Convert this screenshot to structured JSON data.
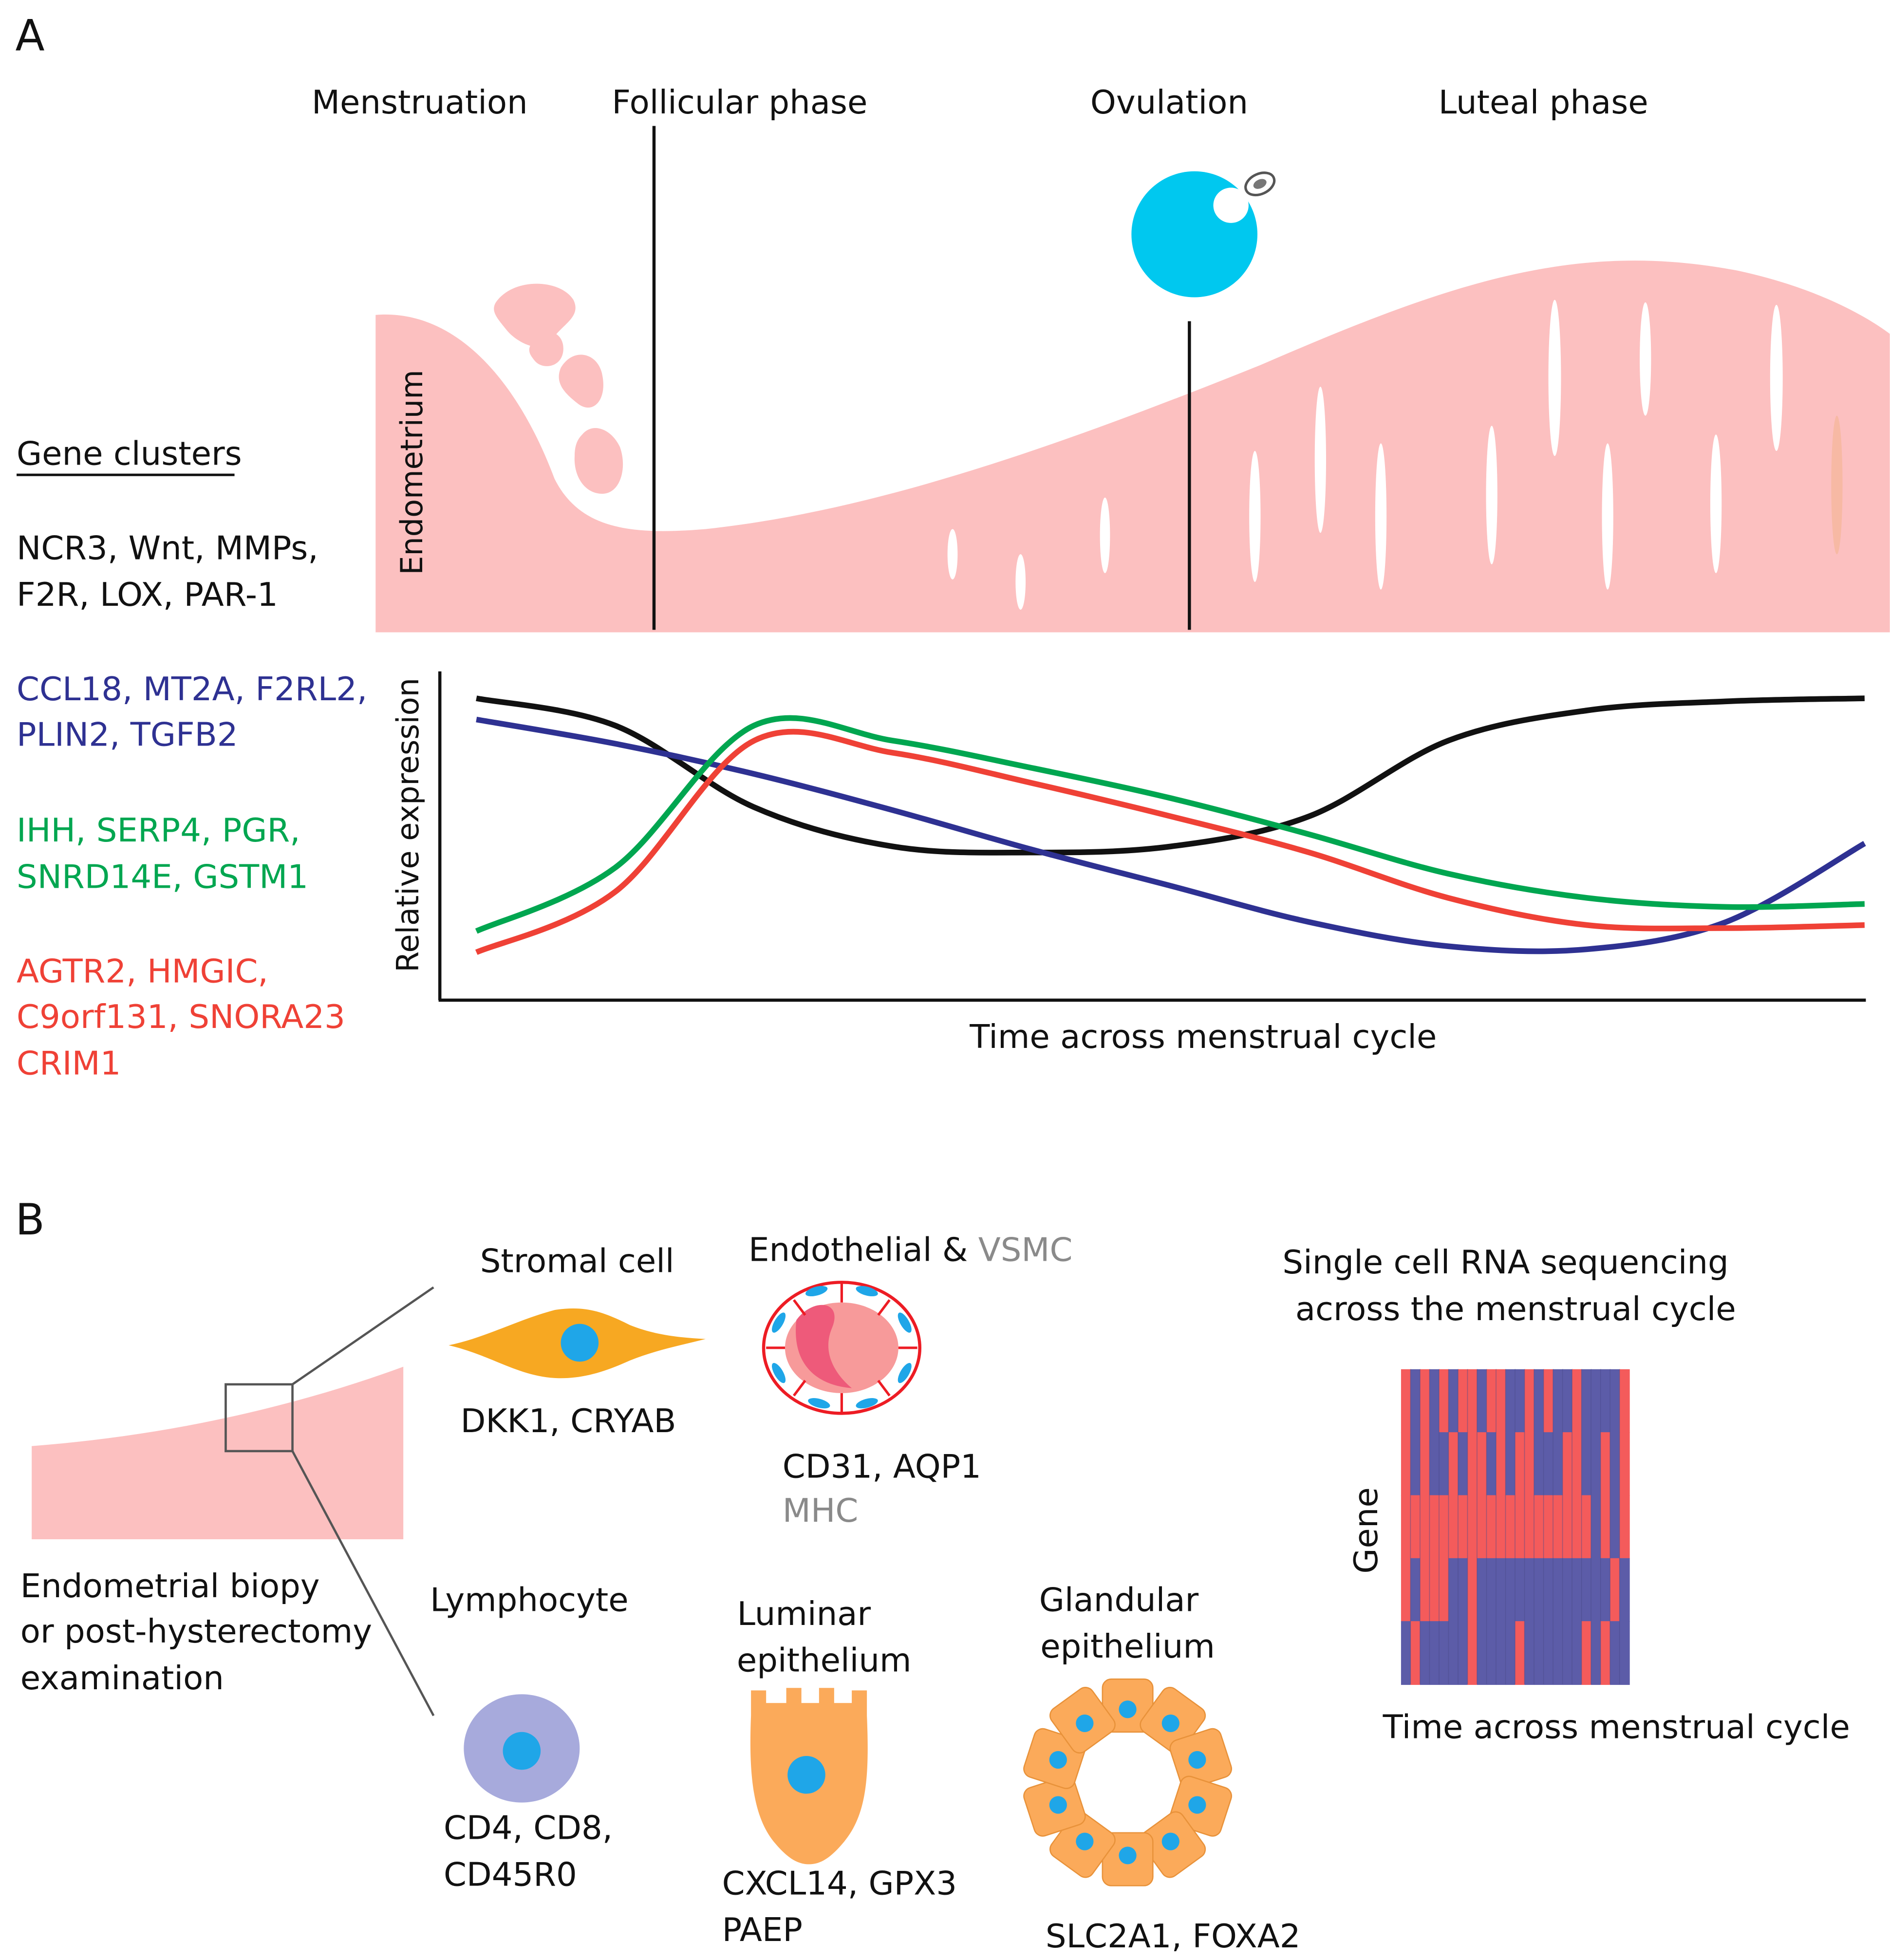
{
  "panels": {
    "a": {
      "label": "A",
      "phases": [
        "Menstruation",
        "Follicular phase",
        "Ovulation",
        "Luteal phase"
      ],
      "tissue_label": "Endometrium",
      "gene_clusters_heading": "Gene clusters",
      "gene_clusters": [
        {
          "lines": [
            "NCR3, Wnt, MMPs,",
            "F2R, LOX, PAR-1"
          ],
          "color": "#111111"
        },
        {
          "lines": [
            "CCL18, MT2A, F2RL2,",
            "PLIN2, TGFB2"
          ],
          "color": "#2e3192"
        },
        {
          "lines": [
            "IHH, SERP4, PGR,",
            "SNRD14E, GSTM1"
          ],
          "color": "#00a650"
        },
        {
          "lines": [
            "AGTR2, HMGIC,",
            "C9orf131, SNORA23",
            "CRIM1"
          ],
          "color": "#ef4136"
        }
      ],
      "ylabel": "Relative expression",
      "xlabel": "Time across menstrual cycle"
    },
    "b": {
      "label": "B",
      "tissue_caption": [
        "Endometrial biopy",
        "or post-hysterectomy",
        "examination"
      ],
      "cells": {
        "stromal": {
          "title": "Stromal cell",
          "markers": [
            "DKK1, CRYAB"
          ]
        },
        "endothelial": {
          "title": "Endothelial & ",
          "title_extra": "VSMC",
          "markers": [
            "CD31, AQP1"
          ],
          "markers_extra": "MHC"
        },
        "lymphocyte": {
          "title": "Lymphocyte",
          "markers": [
            "CD4, CD8,",
            "CD45R0"
          ]
        },
        "luminar": {
          "title": [
            "Luminar",
            "epithelium"
          ],
          "markers": [
            "CXCL14, GPX3",
            "PAEP"
          ]
        },
        "glandular": {
          "title": [
            "Glandular",
            "epithelium"
          ],
          "markers": [
            "SLC2A1, FOXA2"
          ]
        }
      },
      "scrnaseq": {
        "title": [
          "Single cell RNA sequencing",
          "across the menstrual cycle"
        ],
        "ylabel": "Gene",
        "xlabel": "Time across menstrual cycle"
      }
    }
  },
  "colors": {
    "endometrium": "#fcc0c0",
    "oocyte": "#00c8ef",
    "stromal": "#f7a822",
    "nucleus": "#1fa6e8",
    "lymphocyte": "#a7aadc",
    "epithelium": "#fbaa5a",
    "heatmap_red": "#f45b5b",
    "heatmap_blue": "#5c5ca8",
    "vsmc_gray": "#8a8a8a"
  },
  "chart_data": {
    "type": "line",
    "xlabel": "Time across menstrual cycle",
    "ylabel": "Relative expression",
    "x": [
      0,
      0.1,
      0.2,
      0.3,
      0.4,
      0.5,
      0.6,
      0.7,
      0.8,
      0.9,
      1.0
    ],
    "series": [
      {
        "color": "#111111",
        "values": [
          0.94,
          0.85,
          0.58,
          0.45,
          0.43,
          0.45,
          0.55,
          0.8,
          0.9,
          0.93,
          0.94
        ]
      },
      {
        "color": "#2e3192",
        "values": [
          0.87,
          0.79,
          0.69,
          0.57,
          0.44,
          0.32,
          0.2,
          0.12,
          0.11,
          0.2,
          0.46
        ]
      },
      {
        "color": "#00a650",
        "values": [
          0.17,
          0.38,
          0.85,
          0.8,
          0.71,
          0.61,
          0.49,
          0.36,
          0.28,
          0.25,
          0.26
        ]
      },
      {
        "color": "#ef4136",
        "values": [
          0.1,
          0.3,
          0.8,
          0.76,
          0.66,
          0.55,
          0.43,
          0.28,
          0.19,
          0.18,
          0.19
        ]
      }
    ]
  }
}
